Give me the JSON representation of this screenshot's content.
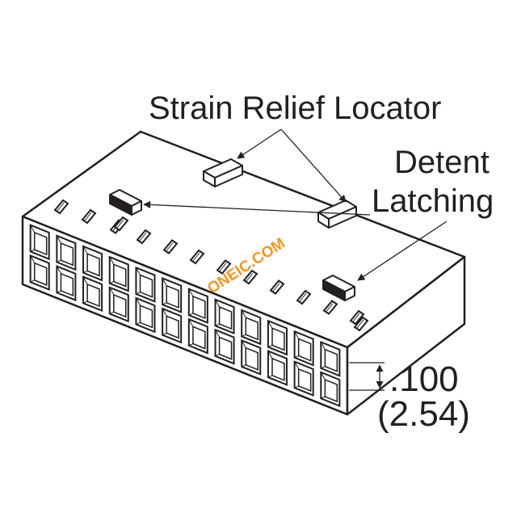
{
  "labels": {
    "strain_relief": "Strain Relief Locator",
    "detent_line1": "Detent",
    "detent_line2": "Latching",
    "pitch_in": ".100",
    "pitch_mm": "(2.54)"
  },
  "watermark": "ONEIC.COM",
  "colors": {
    "ink": "#231f20",
    "watermark": "#f7941d",
    "background": "#ffffff"
  }
}
